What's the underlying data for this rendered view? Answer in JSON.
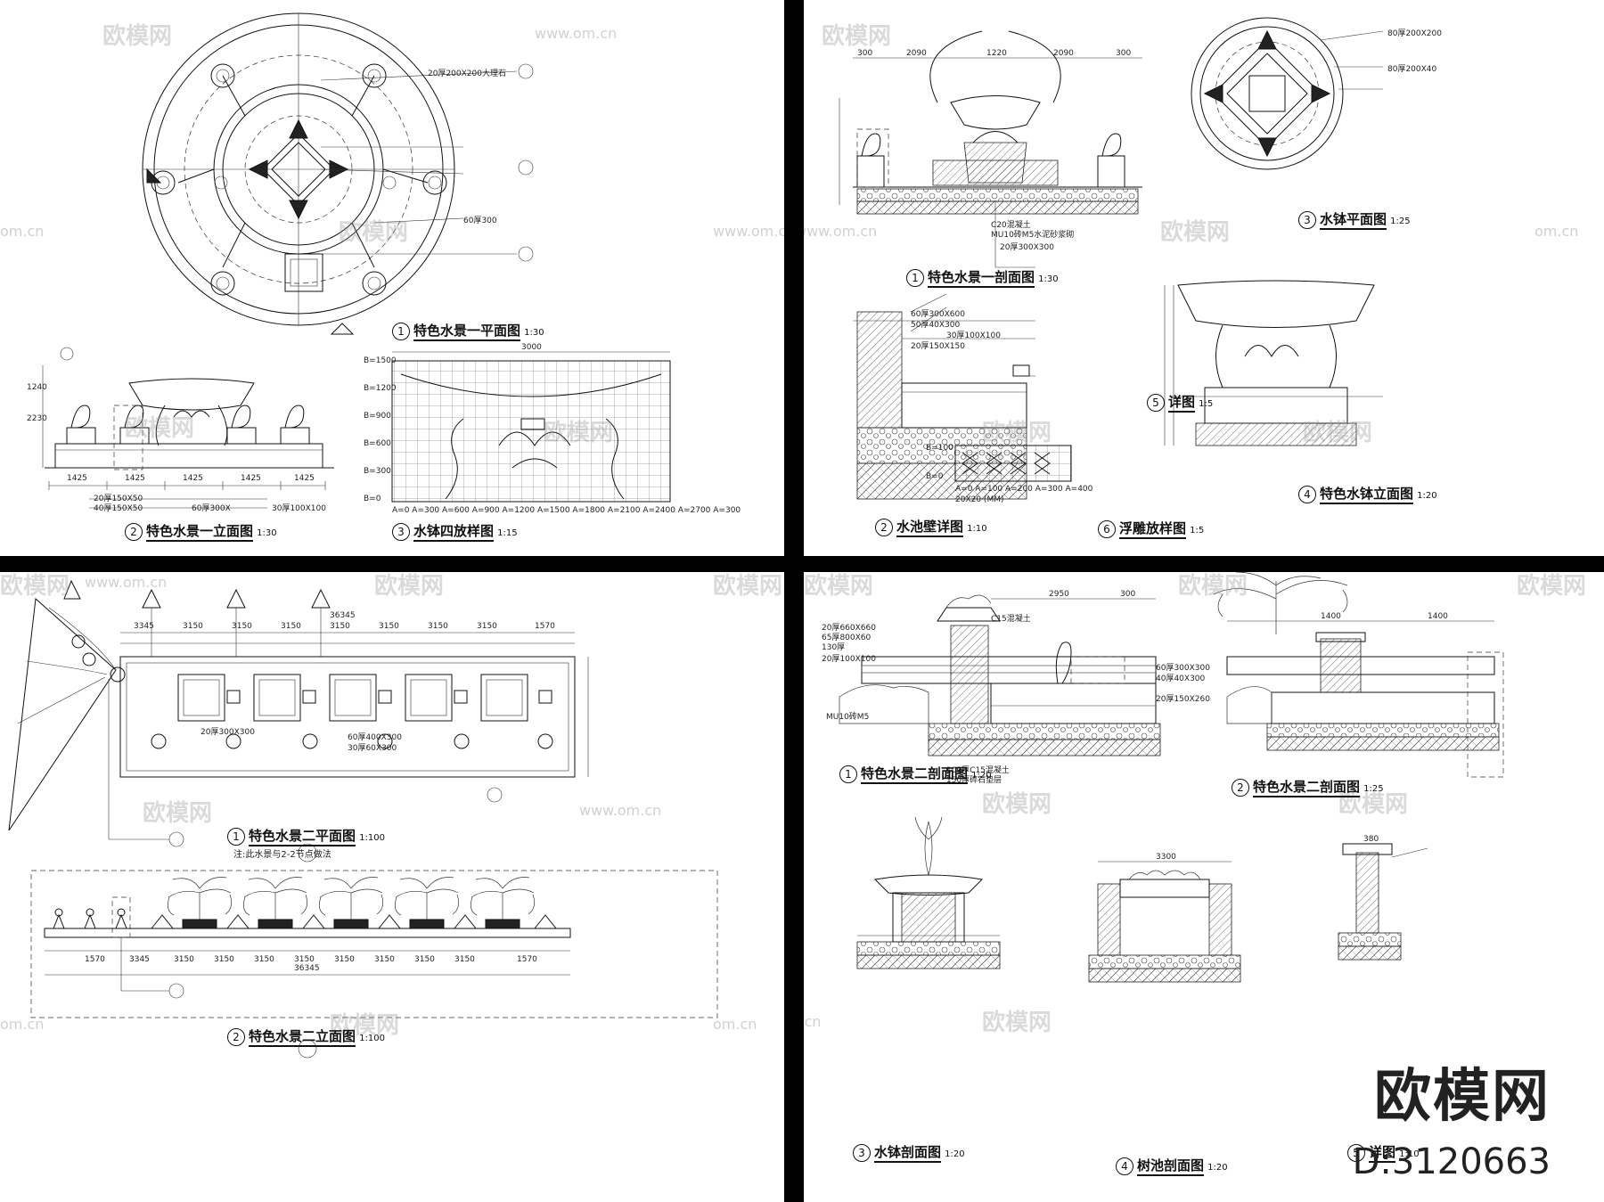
{
  "watermark": {
    "logo_text": "欧模网",
    "url_text": "www.om.cn",
    "url_text_short": "om.cn"
  },
  "brand": {
    "name": "欧模网",
    "id": "D:3120663"
  },
  "panel1": {
    "drawings": [
      {
        "num": "1",
        "title": "特色水景一平面图",
        "scale": "1:30"
      },
      {
        "num": "2",
        "title": "特色水景一立面图",
        "scale": "1:30"
      },
      {
        "num": "3",
        "title": "水钵四放样图",
        "scale": "1:15"
      }
    ],
    "grid_b_labels": [
      "B=1500",
      "B=1200",
      "B=900",
      "B=600",
      "B=300",
      "B=0"
    ],
    "grid_a_labels": "A=0  A=300 A=600  A=900  A=1200 A=1500 A=1800 A=2100 A=2400 A=2700 A=300",
    "dims": [
      "1425",
      "1425",
      "1425",
      "1425",
      "1425",
      "2230",
      "1240",
      "3000"
    ],
    "notes": [
      "20厚200X200大理石",
      "60厚300",
      "20厚150X50",
      "40厚150X50",
      "30厚100X100",
      "60厚300X"
    ]
  },
  "panel2": {
    "drawings": [
      {
        "num": "1",
        "title": "特色水景一剖面图",
        "scale": "1:30"
      },
      {
        "num": "2",
        "title": "水池壁详图",
        "scale": "1:10"
      },
      {
        "num": "3",
        "title": "水钵平面图",
        "scale": "1:25"
      },
      {
        "num": "4",
        "title": "特色水钵立面图",
        "scale": "1:20"
      },
      {
        "num": "5",
        "title": "详图",
        "scale": "1:5"
      },
      {
        "num": "6",
        "title": "浮雕放样图",
        "scale": "1:5"
      }
    ],
    "dims": [
      "300",
      "2090",
      "1220",
      "2090",
      "300"
    ],
    "notes": [
      "C20混凝土",
      "MU10砖M5水泥砂浆砌",
      "20厚300X300",
      "60厚300X600",
      "50厚40X300",
      "30厚100X100",
      "20厚150X150",
      "80厚200X200",
      "80厚200X40"
    ],
    "relief_b_labels": [
      "B=100",
      "B=0"
    ],
    "relief_a_labels": "A=0  A=100  A=200  A=300  A=400",
    "relief_note": "20X20 (MM)"
  },
  "panel3": {
    "drawings": [
      {
        "num": "1",
        "title": "特色水景二平面图",
        "scale": "1:100"
      },
      {
        "num": "2",
        "title": "特色水景二立面图",
        "scale": "1:100"
      }
    ],
    "sub_note": "注:此水景与2-2节点做法",
    "dims_plan": [
      "3345",
      "3150",
      "3150",
      "3150",
      "3150",
      "3150",
      "3150",
      "3150",
      "1570"
    ],
    "dims_total": "36345",
    "dims_elev": [
      "1570",
      "3345",
      "3150",
      "3150",
      "3150",
      "3150",
      "3150",
      "3150",
      "3150",
      "3150",
      "1570"
    ],
    "notes": [
      "20厚300X300",
      "60厚400X300",
      "30厚60X300"
    ]
  },
  "panel4": {
    "drawings": [
      {
        "num": "1",
        "title": "特色水景二剖面图",
        "scale": "1:20"
      },
      {
        "num": "2",
        "title": "特色水景二剖面图",
        "scale": "1:25"
      },
      {
        "num": "3",
        "title": "水钵剖面图",
        "scale": "1:20"
      },
      {
        "num": "4",
        "title": "树池剖面图",
        "scale": "1:20"
      },
      {
        "num": "5",
        "title": "详图",
        "scale": "1:10"
      }
    ],
    "dims": [
      "2950",
      "300",
      "1400",
      "1400",
      "3300",
      "380"
    ],
    "notes": [
      "C15混凝土",
      "20厚660X660",
      "65厚800X60",
      "130厚",
      "20厚100X100",
      "60厚300X300",
      "40厚40X300",
      "20厚150X260",
      "MU10砖M5",
      "100厚C15混凝土",
      "150厚碎石垫层"
    ]
  }
}
